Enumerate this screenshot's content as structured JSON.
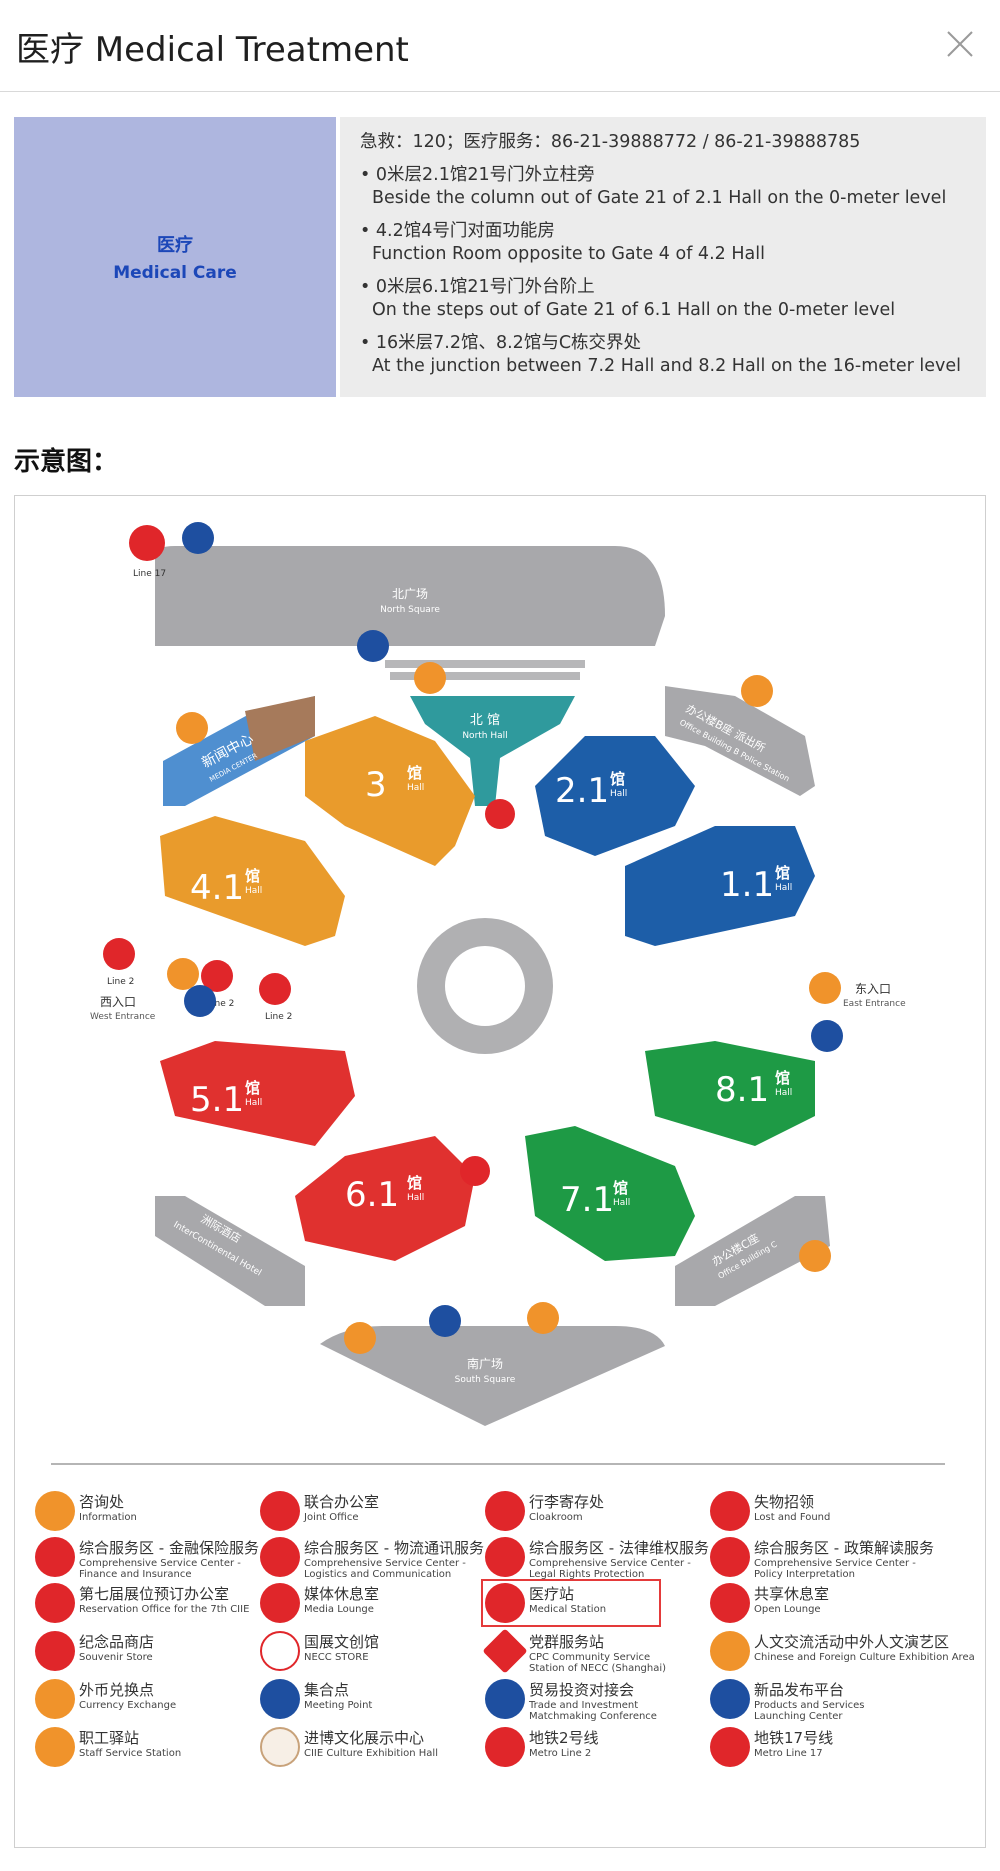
{
  "header": {
    "title": "医疗 Medical Treatment"
  },
  "info": {
    "category_zh": "医疗",
    "category_en": "Medical Care",
    "contact": "急救：120；医疗服务：86-21-39888772 / 86-21-39888785",
    "locations": [
      {
        "zh": "• 0米层2.1馆21号门外立柱旁",
        "en": "Beside the column out of Gate 21 of 2.1 Hall on the 0-meter level"
      },
      {
        "zh": "• 4.2馆4号门对面功能房",
        "en": "Function Room opposite to Gate 4 of 4.2 Hall"
      },
      {
        "zh": "• 0米层6.1馆21号门外台阶上",
        "en": "On the steps out of Gate 21 of 6.1 Hall on the 0-meter level"
      },
      {
        "zh": "• 16米层7.2馆、8.2馆与C栋交界处",
        "en": "At the junction between 7.2 Hall and 8.2 Hall on the 16-meter level"
      }
    ]
  },
  "diagram": {
    "label": "示意图：",
    "map": {
      "north_square_zh": "北广场",
      "north_square_en": "North Square",
      "south_square_zh": "南广场",
      "south_square_en": "South Square",
      "north_hall_zh": "北 馆",
      "north_hall_en": "North Hall",
      "media_zh": "新闻中心",
      "media_en": "MEDIA CENTER",
      "office_b_zh": "办公楼B座 派出所",
      "office_b_en": "Office Building B  Police Station",
      "office_c_zh": "办公楼C座",
      "office_c_en": "Office Building C",
      "hotel_zh": "洲际酒店",
      "hotel_en": "InterContinental Hotel",
      "west_zh": "西入口",
      "west_en": "West Entrance",
      "east_zh": "东入口",
      "east_en": "East Entrance",
      "line17": "Line 17",
      "line2": "Line 2",
      "hall_word_zh": "馆",
      "hall_word_en": "Hall",
      "halls": [
        "3",
        "2.1",
        "4.1",
        "1.1",
        "5.1",
        "8.1",
        "6.1",
        "7.1"
      ]
    }
  },
  "legend": [
    {
      "zh": "咨询处",
      "en": [
        "Information"
      ],
      "color": "#f0932b"
    },
    {
      "zh": "联合办公室",
      "en": [
        "Joint Office"
      ],
      "color": "#e0262a"
    },
    {
      "zh": "行李寄存处",
      "en": [
        "Cloakroom"
      ],
      "color": "#e0262a"
    },
    {
      "zh": "失物招领",
      "en": [
        "Lost and Found"
      ],
      "color": "#e0262a"
    },
    {
      "zh": "综合服务区 - 金融保险服务",
      "en": [
        "Comprehensive Service Center -",
        "Finance and Insurance"
      ],
      "color": "#e0262a"
    },
    {
      "zh": "综合服务区 - 物流通讯服务",
      "en": [
        "Comprehensive Service Center -",
        "Logistics and Communication"
      ],
      "color": "#e0262a"
    },
    {
      "zh": "综合服务区 - 法律维权服务",
      "en": [
        "Comprehensive Service Center -",
        "Legal Rights Protection"
      ],
      "color": "#e0262a"
    },
    {
      "zh": "综合服务区 - 政策解读服务",
      "en": [
        "Comprehensive Service Center -",
        "Policy Interpretation"
      ],
      "color": "#e0262a"
    },
    {
      "zh": "第七届展位预订办公室",
      "en": [
        "Reservation Office for the 7th CIIE"
      ],
      "color": "#e0262a"
    },
    {
      "zh": "媒体休息室",
      "en": [
        "Media Lounge"
      ],
      "color": "#e0262a"
    },
    {
      "zh": "医疗站",
      "en": [
        "Medical Station"
      ],
      "color": "#e0262a"
    },
    {
      "zh": "共享休息室",
      "en": [
        "Open Lounge"
      ],
      "color": "#e0262a"
    },
    {
      "zh": "纪念品商店",
      "en": [
        "Souvenir Store"
      ],
      "color": "#e0262a"
    },
    {
      "zh": "国展文创馆",
      "en": [
        "NECC STORE"
      ],
      "color": "#e0262a"
    },
    {
      "zh": "党群服务站",
      "en": [
        "CPC Community Service",
        "Station of NECC (Shanghai)"
      ],
      "color": "#e0262a"
    },
    {
      "zh": "人文交流活动中外人文演艺区",
      "en": [
        "Chinese and Foreign Culture Exhibition Area"
      ],
      "color": "#f0932b"
    },
    {
      "zh": "外币兑换点",
      "en": [
        "Currency Exchange"
      ],
      "color": "#f0932b"
    },
    {
      "zh": "集合点",
      "en": [
        "Meeting Point"
      ],
      "color": "#1e4fa0"
    },
    {
      "zh": "贸易投资对接会",
      "en": [
        "Trade and Investment",
        "Matchmaking Conference"
      ],
      "color": "#1e4fa0"
    },
    {
      "zh": "新品发布平台",
      "en": [
        "Products and Services",
        "Launching Center"
      ],
      "color": "#1e4fa0"
    },
    {
      "zh": "职工驿站",
      "en": [
        "Staff Service Station"
      ],
      "color": "#f0932b"
    },
    {
      "zh": "进博文化展示中心",
      "en": [
        "CIIE Culture Exhibition Hall"
      ],
      "color": "#c8a27a"
    },
    {
      "zh": "地铁2号线",
      "en": [
        "Metro Line 2"
      ],
      "color": "#e0262a"
    },
    {
      "zh": "地铁17号线",
      "en": [
        "Metro Line 17"
      ],
      "color": "#e0262a"
    }
  ]
}
